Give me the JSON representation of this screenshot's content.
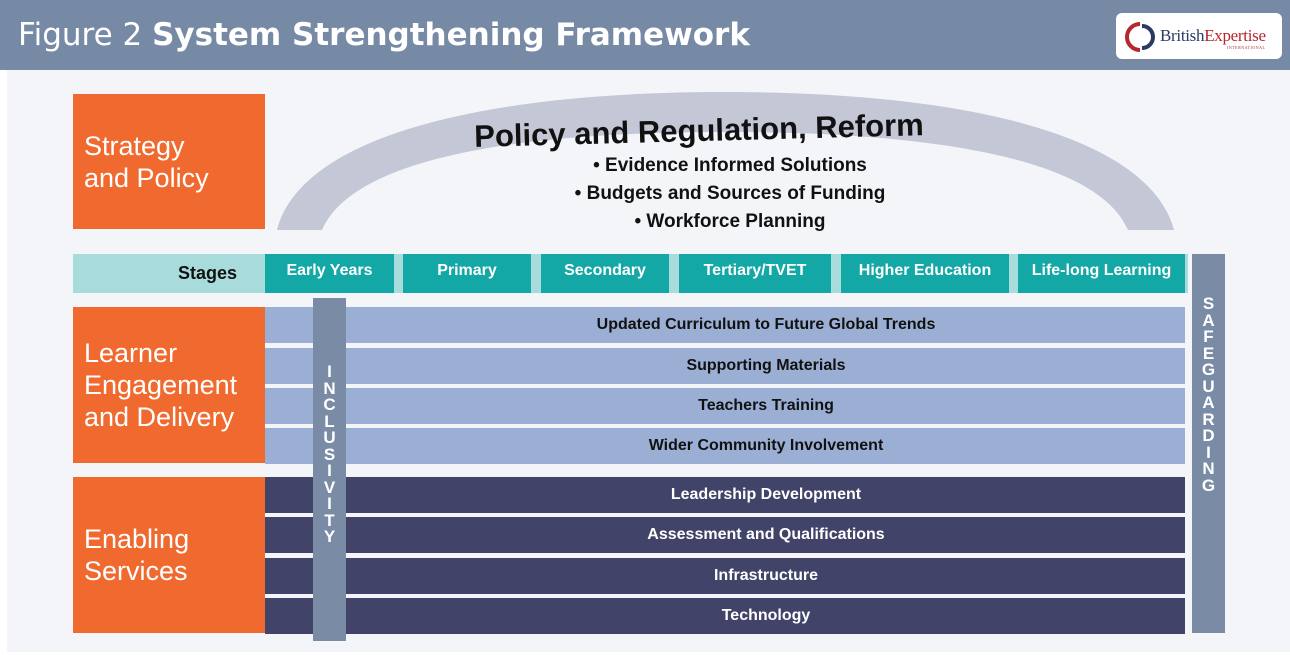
{
  "header": {
    "figure_label": "Figure 2",
    "title": "System Strengthening Framework",
    "logo_text_a": "British",
    "logo_text_b": "Expertise",
    "logo_sub": "INTERNATIONAL"
  },
  "strategy": {
    "line1": "Strategy",
    "line2": "and Policy"
  },
  "arch": {
    "title": "Policy and Regulation, Reform",
    "bullets": [
      "• Evidence Informed Solutions",
      "• Budgets and Sources of Funding",
      "• Workforce Planning"
    ]
  },
  "stages": {
    "label": "Stages",
    "items": [
      "Early Years",
      "Primary",
      "Secondary",
      "Tertiary/TVET",
      "Higher Education",
      "Life-long Learning"
    ]
  },
  "learner": {
    "line1": "Learner",
    "line2": "Engagement",
    "line3": "and Delivery"
  },
  "learner_rows": [
    "Updated Curriculum to Future Global Trends",
    "Supporting Materials",
    "Teachers Training",
    "Wider Community Involvement"
  ],
  "enabling": {
    "line1": "Enabling",
    "line2": "Services"
  },
  "enabling_rows": [
    "Leadership Development",
    "Assessment and Qualifications",
    "Infrastructure",
    "Technology"
  ],
  "inclusivity": [
    "I",
    "N",
    "C",
    "L",
    "U",
    "S",
    "I",
    "V",
    "I",
    "T",
    "Y"
  ],
  "safeguarding": [
    "S",
    "A",
    "F",
    "E",
    "G",
    "U",
    "A",
    "R",
    "D",
    "I",
    "N",
    "G"
  ],
  "colors": {
    "header": "#7689a5",
    "orange": "#f06a30",
    "teal": "#13a8a6",
    "light_row": "#9bafd4",
    "dark_row": "#414468",
    "arch": "#c3c7d6"
  }
}
